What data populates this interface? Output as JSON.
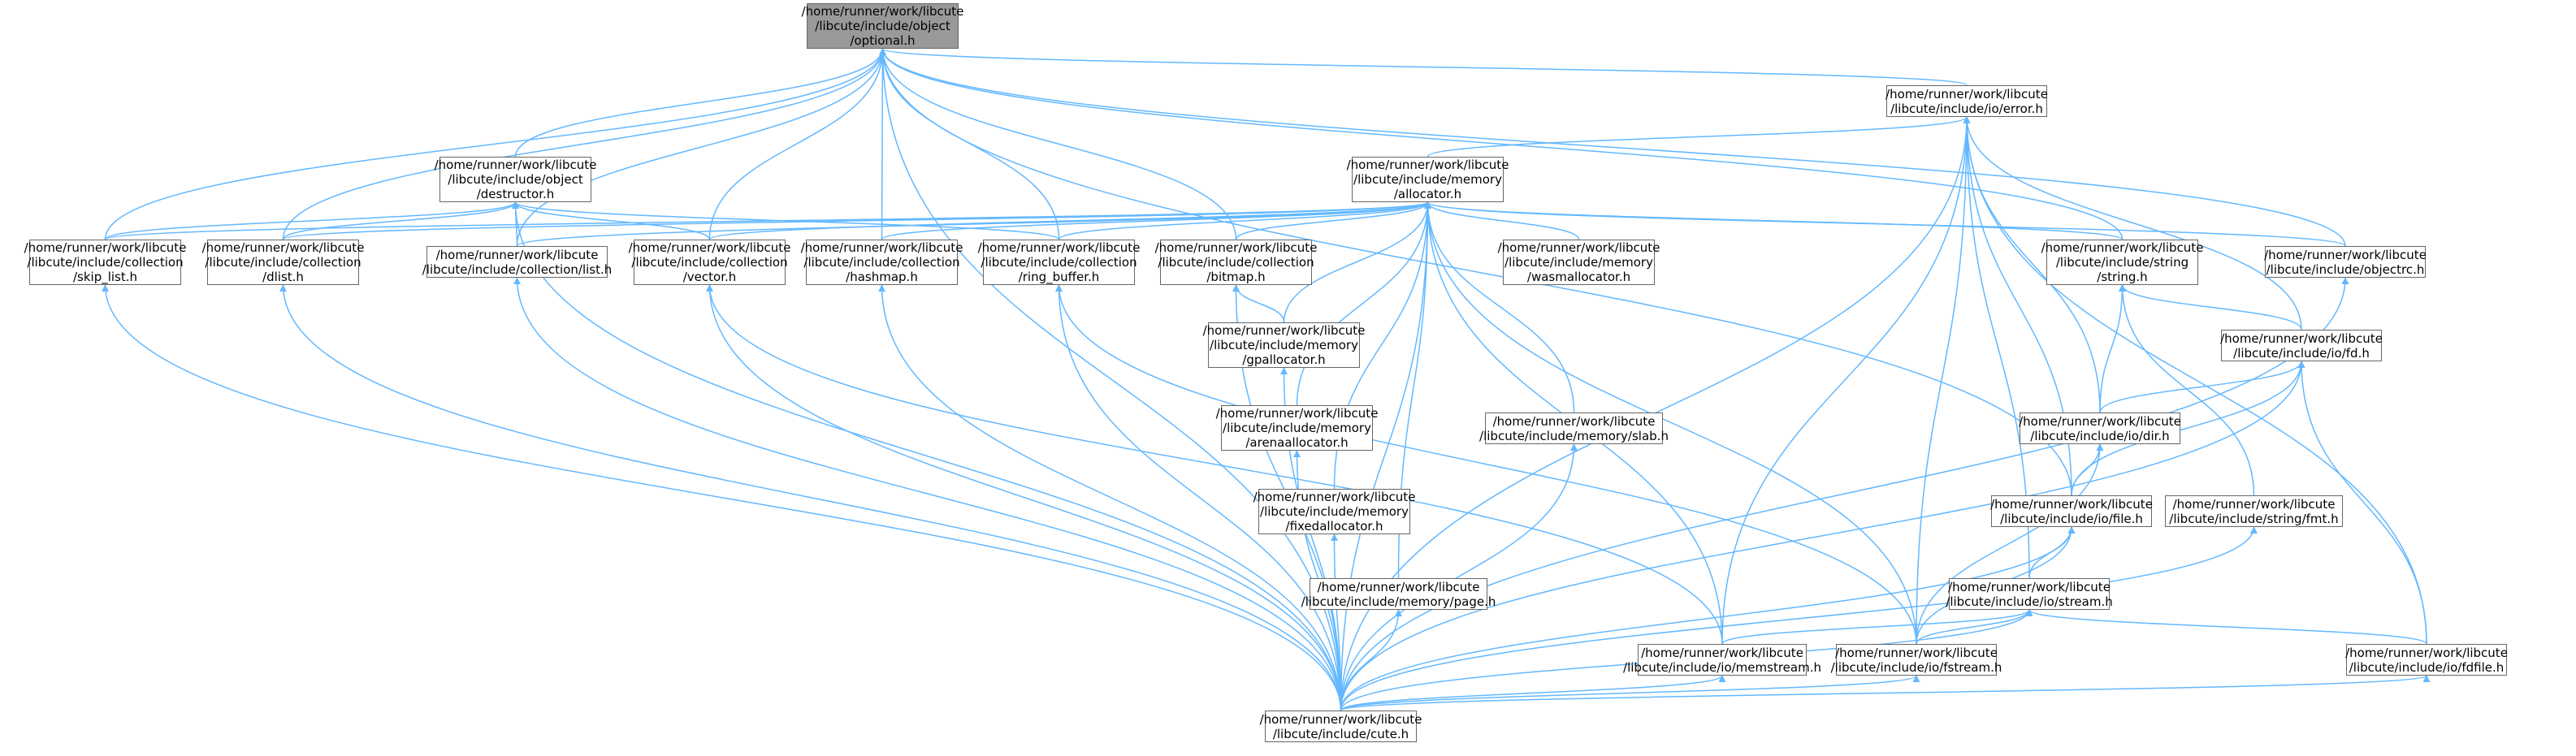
{
  "colors": {
    "edge": "#63b8ff",
    "node_border": "#666666",
    "root_fill": "#999999",
    "node_fill": "#ffffff"
  },
  "nodes": [
    {
      "id": "optional",
      "lines": [
        "/home/runner/work/libcute",
        "/libcute/include/object",
        "/optional.h"
      ],
      "root": true
    },
    {
      "id": "error",
      "lines": [
        "/home/runner/work/libcute",
        "/libcute/include/io/error.h"
      ]
    },
    {
      "id": "destructor",
      "lines": [
        "/home/runner/work/libcute",
        "/libcute/include/object",
        "/destructor.h"
      ]
    },
    {
      "id": "allocator",
      "lines": [
        "/home/runner/work/libcute",
        "/libcute/include/memory",
        "/allocator.h"
      ]
    },
    {
      "id": "skip_list",
      "lines": [
        "/home/runner/work/libcute",
        "/libcute/include/collection",
        "/skip_list.h"
      ]
    },
    {
      "id": "dlist",
      "lines": [
        "/home/runner/work/libcute",
        "/libcute/include/collection",
        "/dlist.h"
      ]
    },
    {
      "id": "list",
      "lines": [
        "/home/runner/work/libcute",
        "/libcute/include/collection/list.h"
      ]
    },
    {
      "id": "vector",
      "lines": [
        "/home/runner/work/libcute",
        "/libcute/include/collection",
        "/vector.h"
      ]
    },
    {
      "id": "hashmap",
      "lines": [
        "/home/runner/work/libcute",
        "/libcute/include/collection",
        "/hashmap.h"
      ]
    },
    {
      "id": "ring_buffer",
      "lines": [
        "/home/runner/work/libcute",
        "/libcute/include/collection",
        "/ring_buffer.h"
      ]
    },
    {
      "id": "bitmap",
      "lines": [
        "/home/runner/work/libcute",
        "/libcute/include/collection",
        "/bitmap.h"
      ]
    },
    {
      "id": "wasmallocator",
      "lines": [
        "/home/runner/work/libcute",
        "/libcute/include/memory",
        "/wasmallocator.h"
      ]
    },
    {
      "id": "string",
      "lines": [
        "/home/runner/work/libcute",
        "/libcute/include/string",
        "/string.h"
      ]
    },
    {
      "id": "objectrc",
      "lines": [
        "/home/runner/work/libcute",
        "/libcute/include/objectrc.h"
      ]
    },
    {
      "id": "gpallocator",
      "lines": [
        "/home/runner/work/libcute",
        "/libcute/include/memory",
        "/gpallocator.h"
      ]
    },
    {
      "id": "fd",
      "lines": [
        "/home/runner/work/libcute",
        "/libcute/include/io/fd.h"
      ]
    },
    {
      "id": "arenaallocator",
      "lines": [
        "/home/runner/work/libcute",
        "/libcute/include/memory",
        "/arenaallocator.h"
      ]
    },
    {
      "id": "slab",
      "lines": [
        "/home/runner/work/libcute",
        "/libcute/include/memory/slab.h"
      ]
    },
    {
      "id": "dir",
      "lines": [
        "/home/runner/work/libcute",
        "/libcute/include/io/dir.h"
      ]
    },
    {
      "id": "fixedallocator",
      "lines": [
        "/home/runner/work/libcute",
        "/libcute/include/memory",
        "/fixedallocator.h"
      ]
    },
    {
      "id": "file",
      "lines": [
        "/home/runner/work/libcute",
        "/libcute/include/io/file.h"
      ]
    },
    {
      "id": "fmt",
      "lines": [
        "/home/runner/work/libcute",
        "/libcute/include/string/fmt.h"
      ]
    },
    {
      "id": "page",
      "lines": [
        "/home/runner/work/libcute",
        "/libcute/include/memory/page.h"
      ]
    },
    {
      "id": "stream",
      "lines": [
        "/home/runner/work/libcute",
        "/libcute/include/io/stream.h"
      ]
    },
    {
      "id": "memstream",
      "lines": [
        "/home/runner/work/libcute",
        "/libcute/include/io/memstream.h"
      ]
    },
    {
      "id": "fstream",
      "lines": [
        "/home/runner/work/libcute",
        "/libcute/include/io/fstream.h"
      ]
    },
    {
      "id": "fdfile",
      "lines": [
        "/home/runner/work/libcute",
        "/libcute/include/io/fdfile.h"
      ]
    },
    {
      "id": "cute",
      "lines": [
        "/home/runner/work/libcute",
        "/libcute/include/cute.h"
      ]
    }
  ],
  "edges": [
    [
      "error",
      "optional"
    ],
    [
      "destructor",
      "optional"
    ],
    [
      "skip_list",
      "optional"
    ],
    [
      "dlist",
      "optional"
    ],
    [
      "list",
      "optional"
    ],
    [
      "vector",
      "optional"
    ],
    [
      "hashmap",
      "optional"
    ],
    [
      "ring_buffer",
      "optional"
    ],
    [
      "bitmap",
      "optional"
    ],
    [
      "string",
      "optional"
    ],
    [
      "objectrc",
      "optional"
    ],
    [
      "file",
      "optional"
    ],
    [
      "cute",
      "optional"
    ],
    [
      "allocator",
      "error"
    ],
    [
      "memstream",
      "error"
    ],
    [
      "fstream",
      "error"
    ],
    [
      "dir",
      "error"
    ],
    [
      "file",
      "error"
    ],
    [
      "stream",
      "error"
    ],
    [
      "fd",
      "error"
    ],
    [
      "fdfile",
      "error"
    ],
    [
      "cute",
      "error"
    ],
    [
      "skip_list",
      "destructor"
    ],
    [
      "dlist",
      "destructor"
    ],
    [
      "list",
      "destructor"
    ],
    [
      "vector",
      "destructor"
    ],
    [
      "ring_buffer",
      "destructor"
    ],
    [
      "cute",
      "destructor"
    ],
    [
      "skip_list",
      "allocator"
    ],
    [
      "dlist",
      "allocator"
    ],
    [
      "list",
      "allocator"
    ],
    [
      "vector",
      "allocator"
    ],
    [
      "hashmap",
      "allocator"
    ],
    [
      "ring_buffer",
      "allocator"
    ],
    [
      "bitmap",
      "allocator"
    ],
    [
      "wasmallocator",
      "allocator"
    ],
    [
      "gpallocator",
      "allocator"
    ],
    [
      "arenaallocator",
      "allocator"
    ],
    [
      "fixedallocator",
      "allocator"
    ],
    [
      "page",
      "allocator"
    ],
    [
      "slab",
      "allocator"
    ],
    [
      "string",
      "allocator"
    ],
    [
      "objectrc",
      "allocator"
    ],
    [
      "memstream",
      "allocator"
    ],
    [
      "fstream",
      "allocator"
    ],
    [
      "cute",
      "allocator"
    ],
    [
      "cute",
      "skip_list"
    ],
    [
      "cute",
      "dlist"
    ],
    [
      "cute",
      "list"
    ],
    [
      "cute",
      "vector"
    ],
    [
      "memstream",
      "vector"
    ],
    [
      "cute",
      "hashmap"
    ],
    [
      "cute",
      "ring_buffer"
    ],
    [
      "fstream",
      "ring_buffer"
    ],
    [
      "gpallocator",
      "bitmap"
    ],
    [
      "cute",
      "bitmap"
    ],
    [
      "dir",
      "string"
    ],
    [
      "fd",
      "string"
    ],
    [
      "fmt",
      "string"
    ],
    [
      "cute",
      "objectrc"
    ],
    [
      "cute",
      "gpallocator"
    ],
    [
      "dir",
      "fd"
    ],
    [
      "file",
      "fd"
    ],
    [
      "fdfile",
      "fd"
    ],
    [
      "cute",
      "fd"
    ],
    [
      "cute",
      "arenaallocator"
    ],
    [
      "cute",
      "slab"
    ],
    [
      "file",
      "dir"
    ],
    [
      "fstream",
      "dir"
    ],
    [
      "cute",
      "fixedallocator"
    ],
    [
      "stream",
      "file"
    ],
    [
      "fstream",
      "file"
    ],
    [
      "cute",
      "file"
    ],
    [
      "cute",
      "fmt"
    ],
    [
      "cute",
      "page"
    ],
    [
      "memstream",
      "stream"
    ],
    [
      "fstream",
      "stream"
    ],
    [
      "fdfile",
      "stream"
    ],
    [
      "cute",
      "stream"
    ],
    [
      "cute",
      "memstream"
    ],
    [
      "cute",
      "fstream"
    ],
    [
      "cute",
      "fdfile"
    ]
  ]
}
